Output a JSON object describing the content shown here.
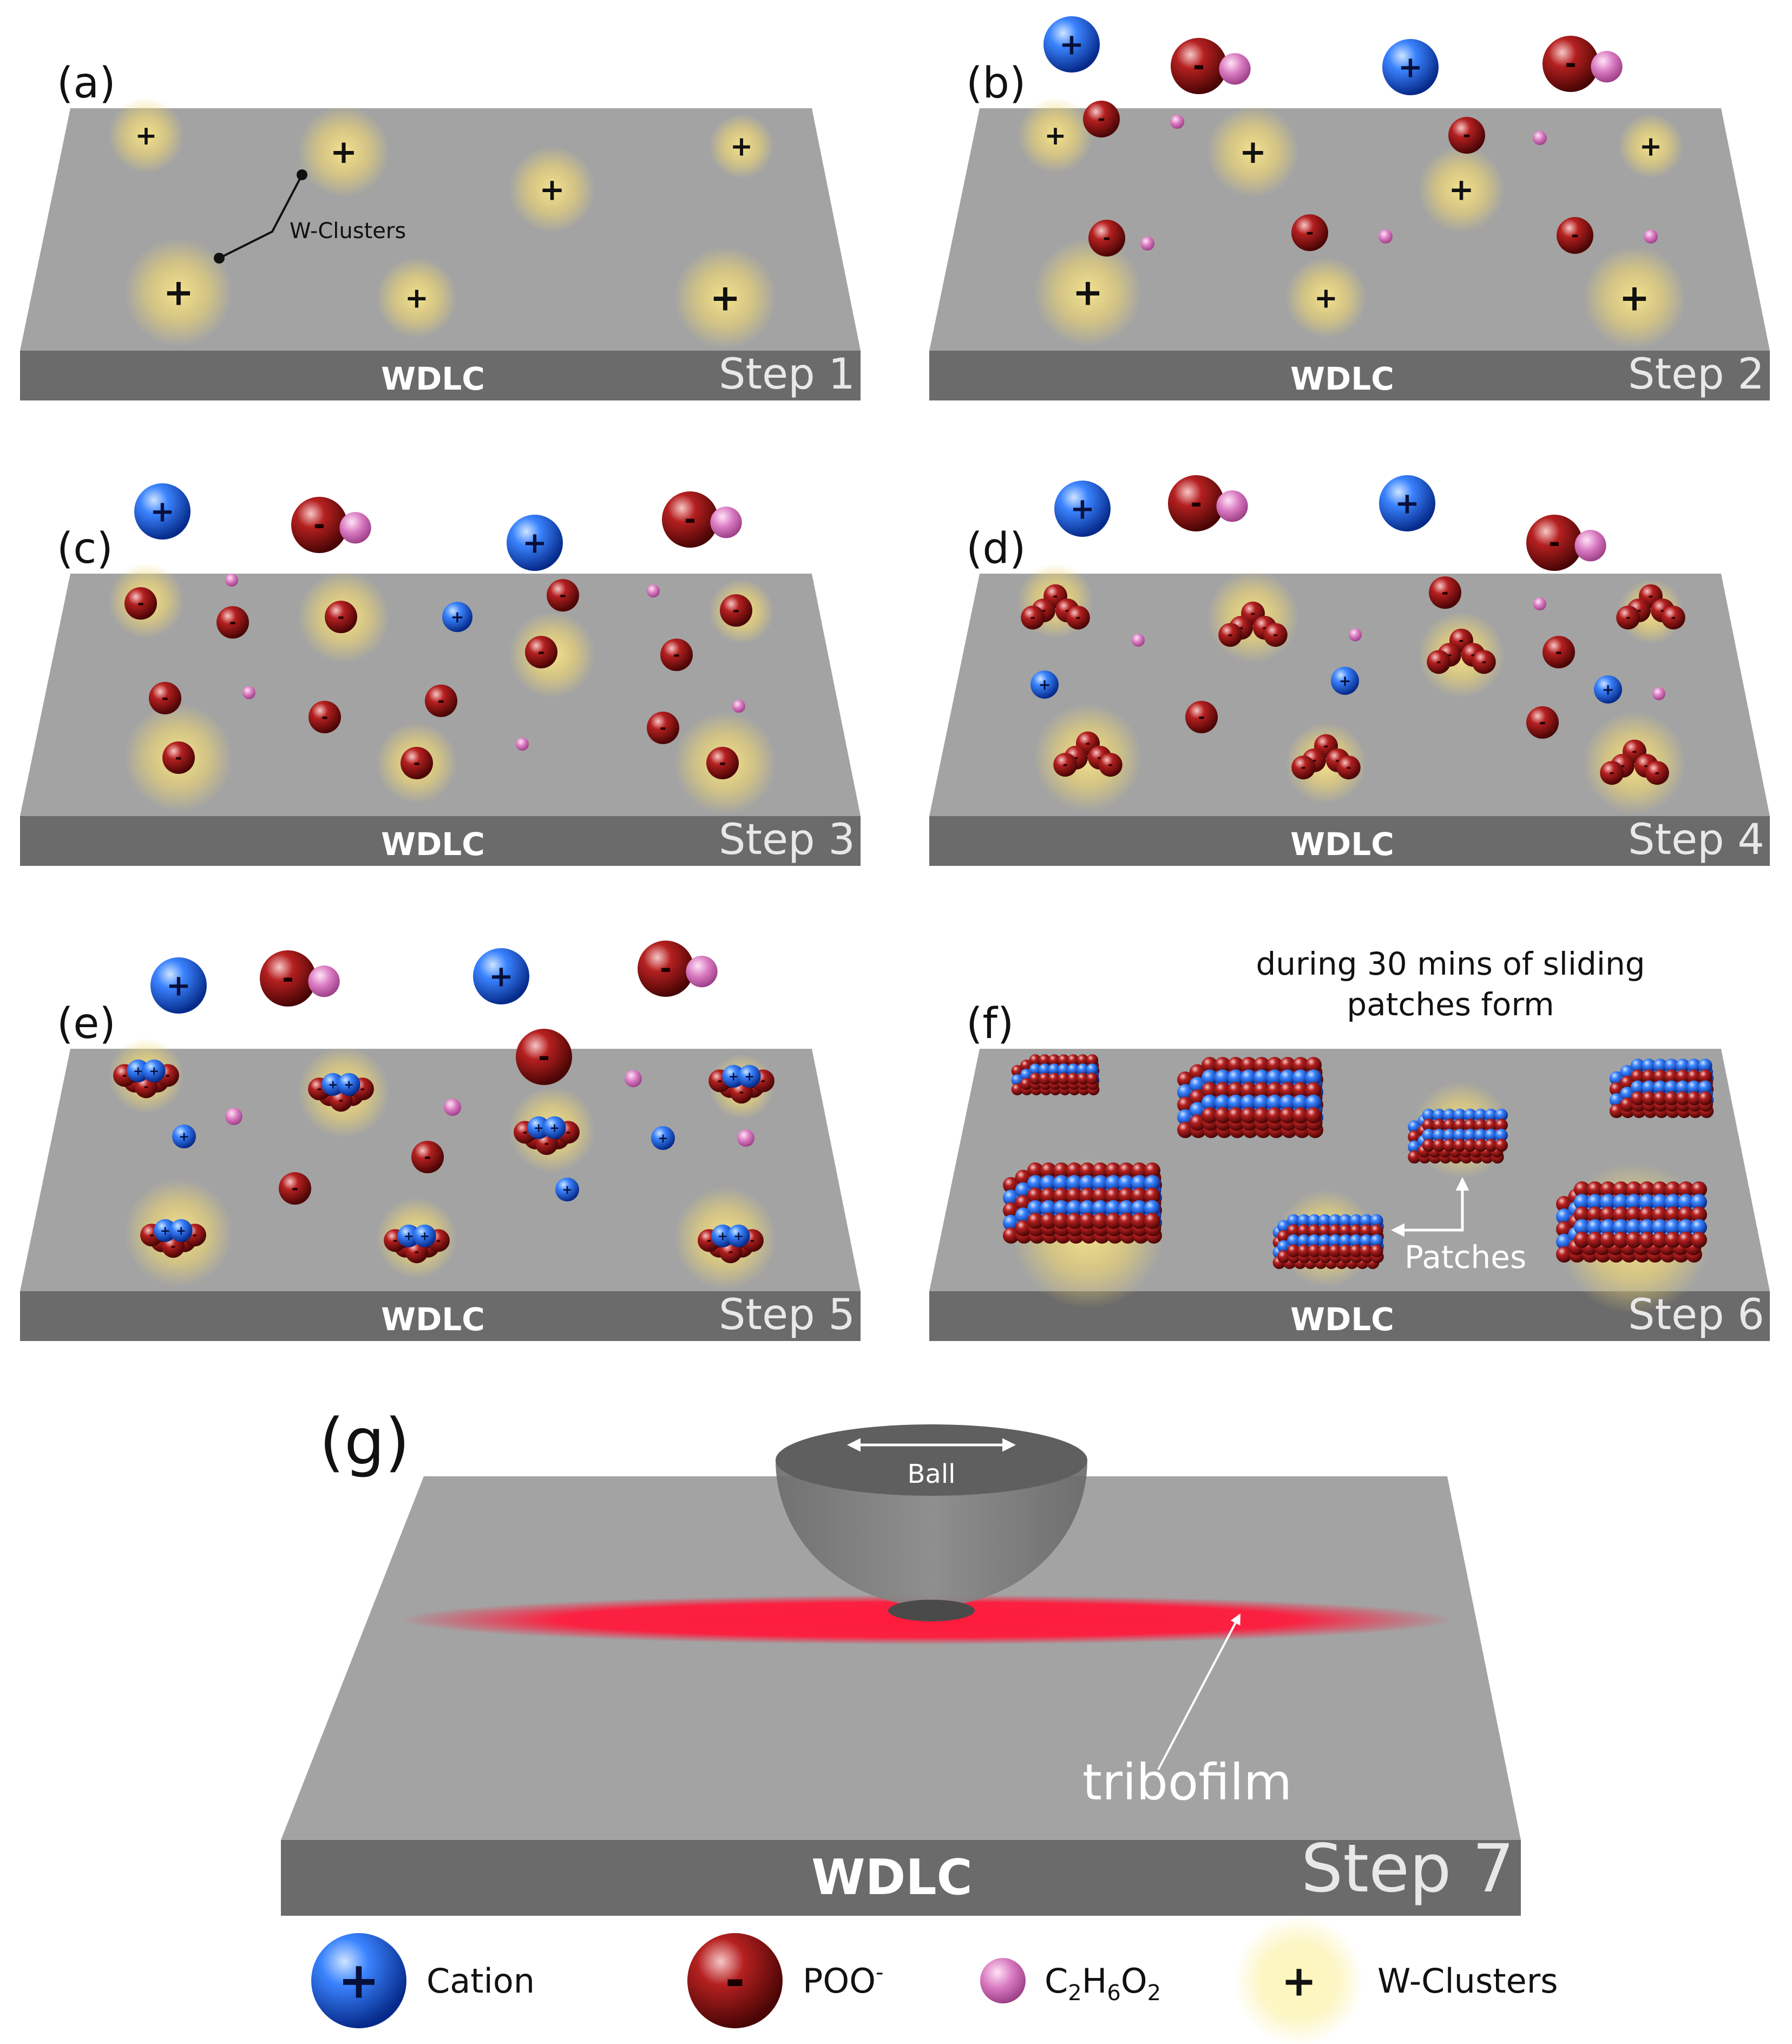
{
  "panels": [
    {
      "id": "a",
      "label": "(a)",
      "substrate": "WDLC",
      "step": "Step 1",
      "annotation": "W-Clusters"
    },
    {
      "id": "b",
      "label": "(b)",
      "substrate": "WDLC",
      "step": "Step 2"
    },
    {
      "id": "c",
      "label": "(c)",
      "substrate": "WDLC",
      "step": "Step 3"
    },
    {
      "id": "d",
      "label": "(d)",
      "substrate": "WDLC",
      "step": "Step 4"
    },
    {
      "id": "e",
      "label": "(e)",
      "substrate": "WDLC",
      "step": "Step 5"
    },
    {
      "id": "f",
      "label": "(f)",
      "substrate": "WDLC",
      "step": "Step 6",
      "caption_line1": "during 30 mins of sliding",
      "caption_line2": "patches form",
      "patches_label": "Patches"
    }
  ],
  "panel_g": {
    "label": "(g)",
    "substrate": "WDLC",
    "step": "Step 7",
    "ball_label": "Ball",
    "tribofilm_label": "tribofilm"
  },
  "legend": {
    "cation": "Cation",
    "poo_base": "POO",
    "poo_sup": "-",
    "glycol_parts": [
      "C",
      "2",
      "H",
      "6",
      "O",
      "2"
    ],
    "clusters": "W-Clusters"
  },
  "symbols": {
    "plus": "+",
    "minus": "-"
  },
  "colors": {
    "substrate_top": "#a3a3a3",
    "substrate_front": "#6b6b6b",
    "cation": "#1e5fe0",
    "anion": "#a11414",
    "glycol": "#d470b8",
    "cluster_glow": "#f2dd7a",
    "tribofilm": "#ff1a3c"
  }
}
